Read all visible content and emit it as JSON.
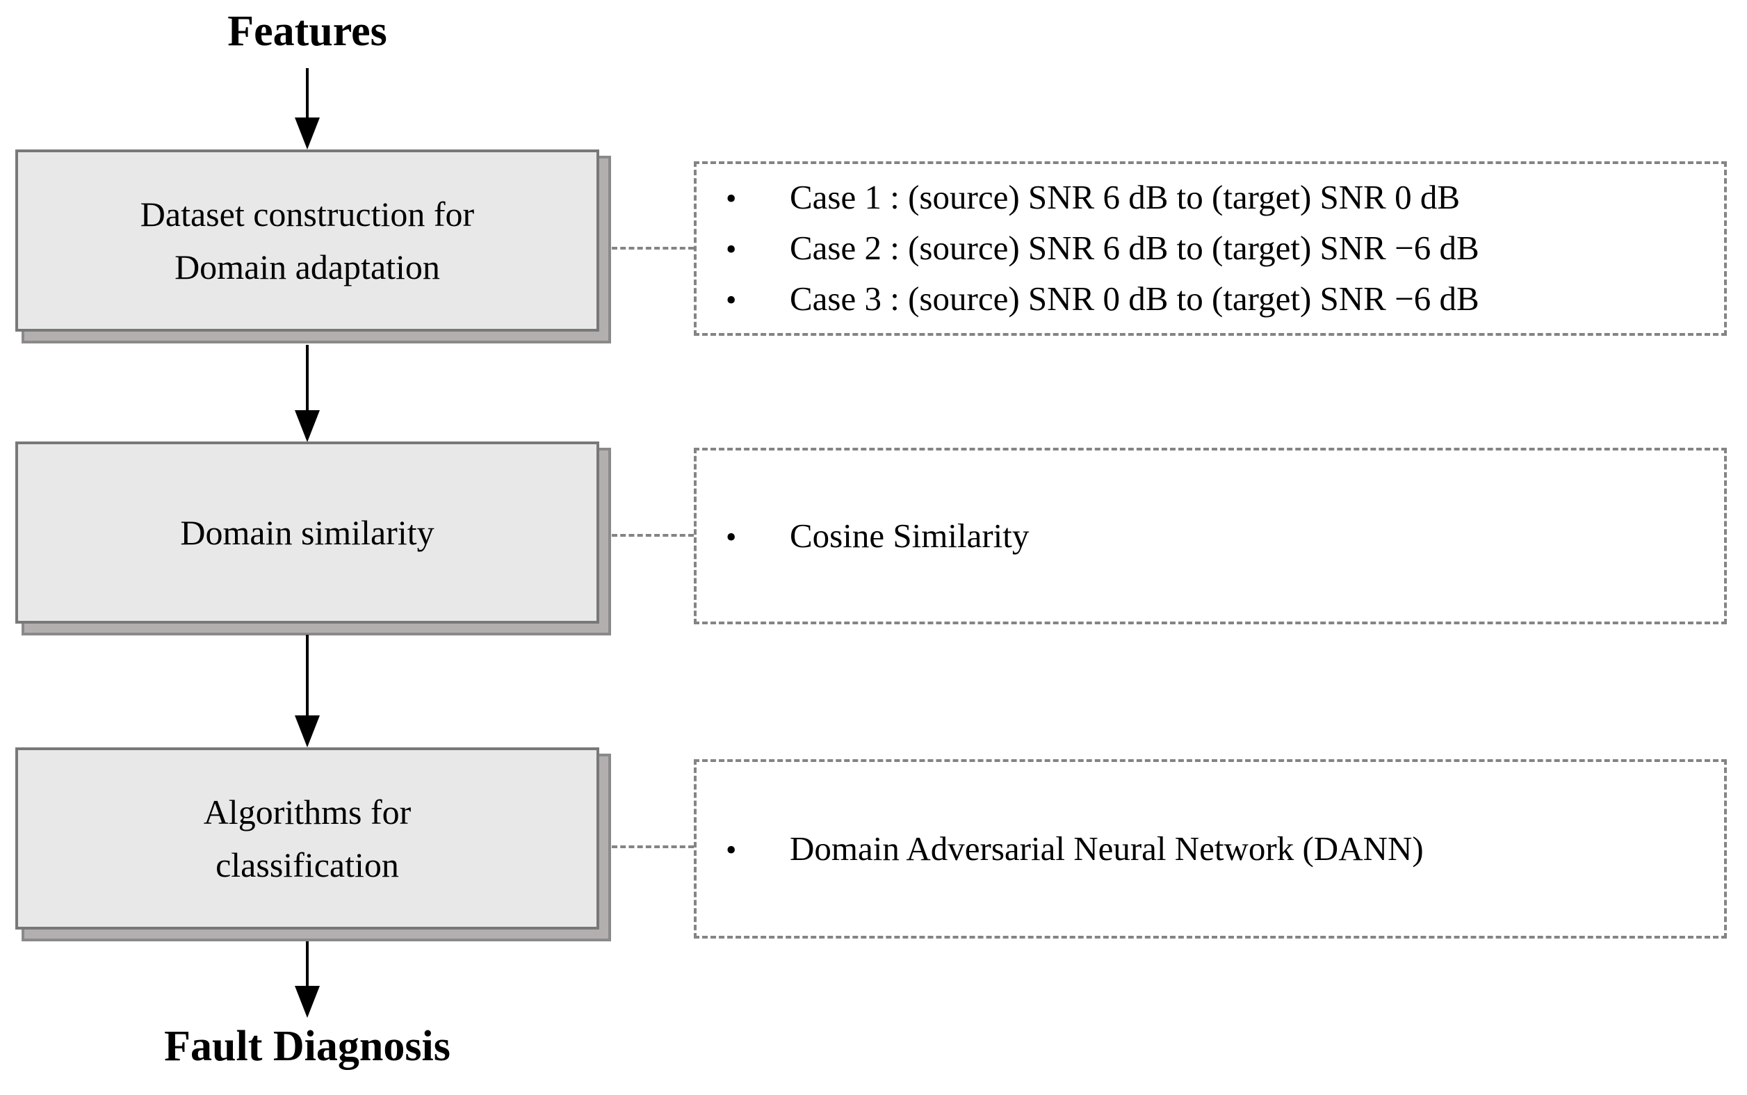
{
  "figure": {
    "start_label": "Features",
    "end_label": "Fault Diagnosis",
    "bullet_glyph": "•",
    "steps": [
      {
        "title": "Dataset construction for\nDomain adaptation",
        "notes": [
          "Case 1 : (source) SNR 6 dB to (target) SNR 0 dB",
          "Case 2 : (source) SNR 6 dB to (target) SNR −6 dB",
          "Case 3 : (source) SNR 0 dB to (target) SNR −6 dB"
        ]
      },
      {
        "title": "Domain similarity",
        "notes": [
          "Cosine Similarity"
        ]
      },
      {
        "title": "Algorithms for\nclassification",
        "notes": [
          "Domain Adversarial Neural Network (DANN)"
        ]
      }
    ]
  },
  "colors": {
    "box_fill": "#e9e8e8",
    "box_border": "#787878",
    "shadow_fill": "#b3afaf",
    "shadow_border": "#8a8a8a",
    "dashed_border": "#848484",
    "arrow": "#000000",
    "text": "#000000",
    "background": "#ffffff"
  }
}
